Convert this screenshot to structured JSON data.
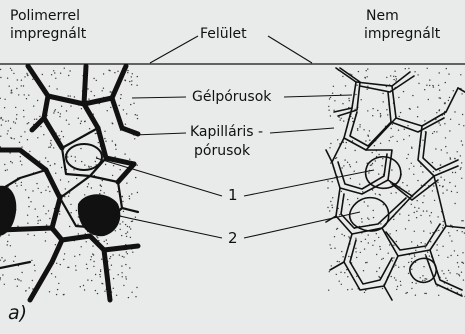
{
  "labels": {
    "left_title_line1": "Polimerrel",
    "left_title_line2": "impregnált",
    "right_title_line1": "Nem",
    "right_title_line2": "impregnált",
    "surface": "Felület",
    "gel_pores": "Gélpórusok",
    "capillary_pores_line1": "Kapilláris -",
    "capillary_pores_line2": "pórusok",
    "marker_1": "1",
    "marker_2": "2",
    "figure_label": "a)"
  },
  "colors": {
    "background": "#e9ebeb",
    "ink": "#111111",
    "stipple": "#3a3a3a"
  }
}
